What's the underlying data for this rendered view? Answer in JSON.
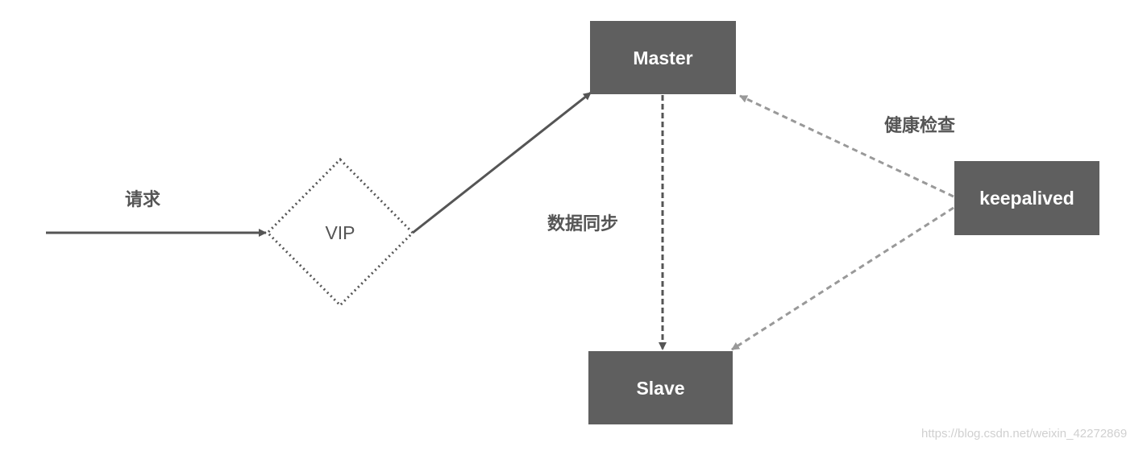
{
  "nodes": {
    "master": "Master",
    "slave": "Slave",
    "keepalived": "keepalived",
    "vip": "VIP"
  },
  "labels": {
    "request": "请求",
    "data_sync": "数据同步",
    "health_check": "健康检查"
  },
  "watermark": "https://blog.csdn.net/weixin_42272869",
  "colors": {
    "node_fill": "#5f5f5f",
    "node_text": "#ffffff",
    "solid_line": "#555555",
    "dashed_health": "#999999",
    "label_text": "#555555"
  }
}
